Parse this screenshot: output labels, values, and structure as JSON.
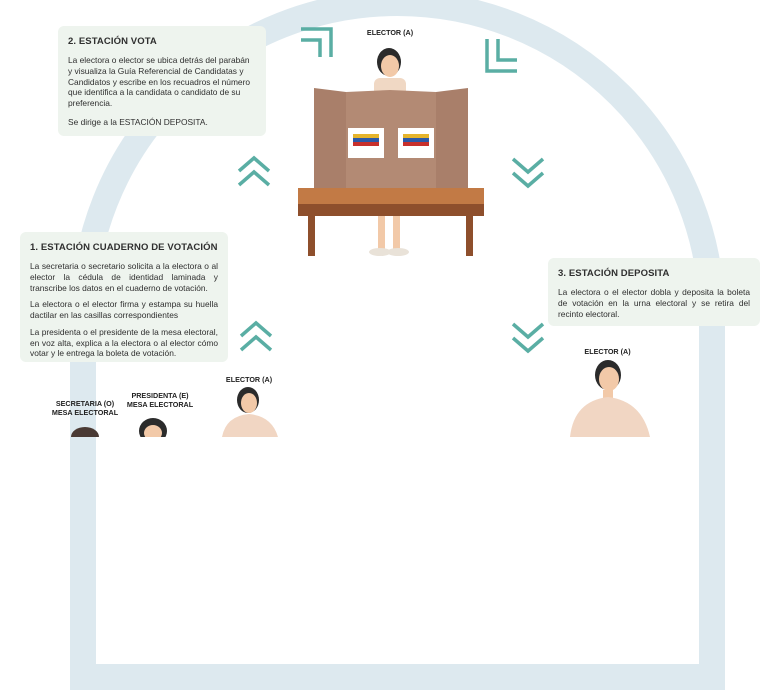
{
  "station2": {
    "title": "2. ESTACIÓN VOTA",
    "text1": "La electora o elector se ubica detrás del parabán y visualiza la Guía Referencial de Candidatas y Candidatos y escribe en los recuadros el número que identifica a la candidata o candidato de su preferencia.",
    "text2": "Se dirige a la ESTACIÓN DEPOSITA."
  },
  "station1": {
    "title": "1. ESTACIÓN CUADERNO DE VOTACIÓN",
    "text1": "La secretaria o secretario solicita a la electora o al elector la cédula de identidad laminada y transcribe los datos en el cuaderno de votación.",
    "text2": "La electora o el elector firma y estampa su huella dactilar en las casillas correspondientes",
    "text3": "La presidenta o el presidente de la mesa electoral, en voz alta, explica a la electora o al elector cómo votar y le entrega la boleta de votación."
  },
  "station3": {
    "title": "3. ESTACIÓN DEPOSITA",
    "text1": "La electora o el elector dobla y deposita la boleta de votación en la urna electoral y se retira del recinto electoral."
  },
  "labels": {
    "elector_top": "ELECTOR (A)",
    "elector_right": "ELECTOR (A)",
    "elector_bottom": "ELECTOR (A)",
    "secretaria": "SECRETARIA (O)\nMESA ELECTORAL",
    "presidenta": "PRESIDENTA (E)\nMESA ELECTORAL"
  },
  "colors": {
    "accent": "#5aaea4",
    "arc": "#dde9ef",
    "box_bg": "#eef4ee",
    "booth": "#b38a74",
    "table": "#9a5a34"
  }
}
